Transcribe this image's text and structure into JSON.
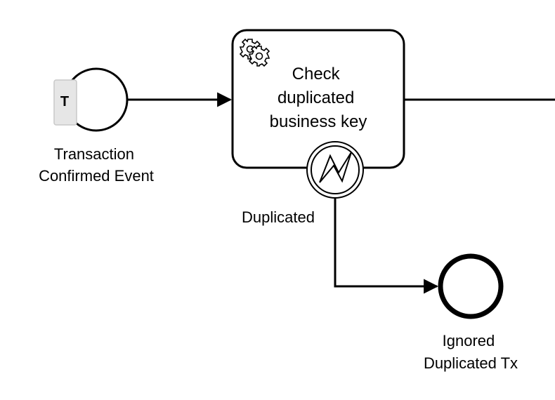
{
  "start_event": {
    "marker_letter": "T",
    "label_lines": [
      "Transaction",
      "Confirmed Event"
    ],
    "icon": "trigger-marker-icon"
  },
  "task": {
    "label_lines": [
      "Check",
      "duplicated",
      "business key"
    ],
    "icon": "gears-icon"
  },
  "boundary_event": {
    "label": "Duplicated",
    "icon": "lightning-icon"
  },
  "end_event": {
    "label_lines": [
      "Ignored",
      "Duplicated Tx"
    ]
  },
  "colors": {
    "stroke": "#000000",
    "fill": "#ffffff",
    "marker_fill": "#e6e6e6"
  }
}
